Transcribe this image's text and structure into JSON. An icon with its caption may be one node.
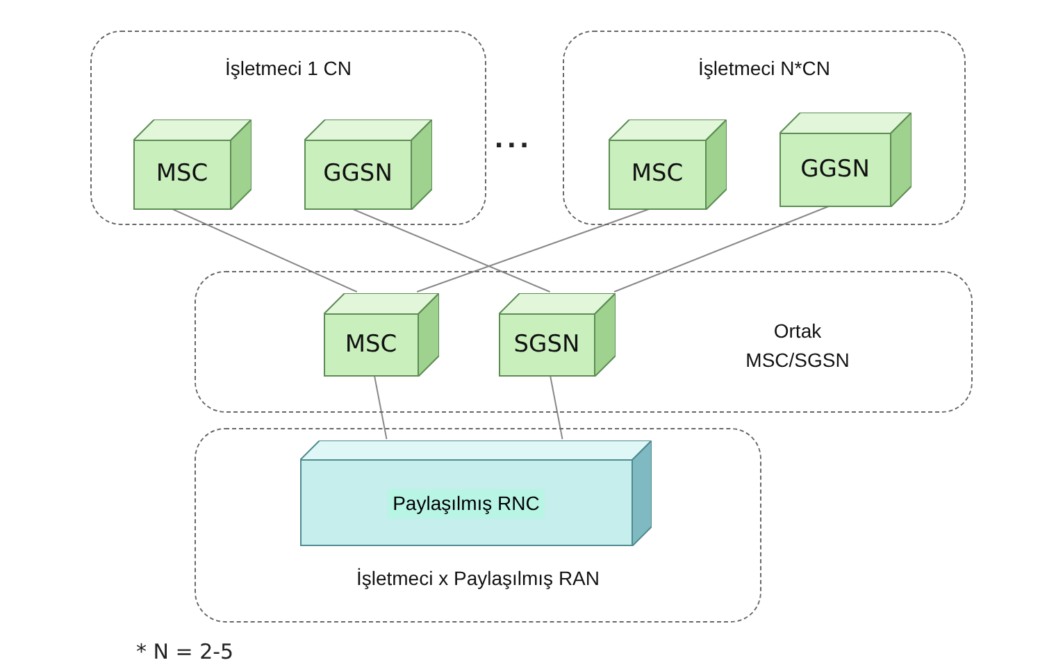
{
  "diagram": {
    "nodes": [
      {
        "text": [
          "İşletmeci 1 CN"
        ]
      },
      {
        "text": [
          "MSC"
        ],
        "in": 0
      },
      {
        "text": [
          "GGSN"
        ],
        "in": 0
      },
      {
        "text": [
          "İşletmeci N*CN"
        ]
      },
      {
        "text": [
          "MSC"
        ],
        "in": 3
      },
      {
        "text": [
          "GGSN"
        ],
        "in": 3
      },
      {
        "text": [
          "Ortak MSC/SGSN"
        ]
      },
      {
        "text": [
          "MSC"
        ],
        "in": 6
      },
      {
        "text": [
          "SGSN"
        ],
        "in": 6
      },
      {
        "text": [
          "İşletmeci x Paylaşılmış RAN"
        ]
      },
      {
        "text": [
          "Paylaşılmış RNC"
        ],
        "in": 9
      }
    ],
    "edges": [
      {
        "from": 1,
        "to": 7,
        "arrow": "none"
      },
      {
        "from": 2,
        "to": 8,
        "arrow": "none"
      },
      {
        "from": 4,
        "to": 7,
        "arrow": "none"
      },
      {
        "from": 5,
        "to": 8,
        "arrow": "none"
      },
      {
        "from": 7,
        "to": 10,
        "arrow": "none"
      },
      {
        "from": 8,
        "to": 10,
        "arrow": "none"
      }
    ],
    "labels": [
      "...",
      "* N = 2-5"
    ]
  }
}
